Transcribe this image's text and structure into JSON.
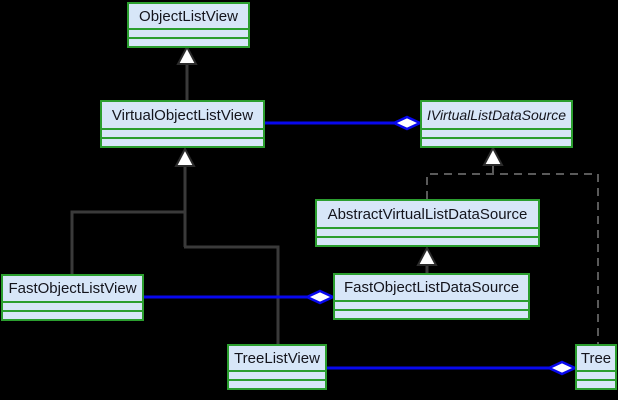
{
  "diagram": {
    "type": "uml-class-diagram",
    "colors": {
      "background": "#000000",
      "box_fill": "#d7e6f8",
      "box_border": "#2b9e2f",
      "class_name_text": "#14141c",
      "inheritance_line": "#3a3a3a",
      "realization_dashed_line": "#5a5a5a",
      "aggregation_line": "#0808ee",
      "arrowhead_fill": "#ffffff"
    },
    "classes": [
      {
        "name": "ObjectListView",
        "kind": "class"
      },
      {
        "name": "VirtualObjectListView",
        "kind": "class"
      },
      {
        "name": "IVirtualListDataSource",
        "kind": "interface"
      },
      {
        "name": "AbstractVirtualListDataSource",
        "kind": "class"
      },
      {
        "name": "FastObjectListView",
        "kind": "class"
      },
      {
        "name": "FastObjectListDataSource",
        "kind": "class"
      },
      {
        "name": "TreeListView",
        "kind": "class"
      },
      {
        "name": "Tree",
        "kind": "class"
      }
    ],
    "relationships": [
      {
        "from": "VirtualObjectListView",
        "to": "ObjectListView",
        "type": "inheritance"
      },
      {
        "from": "FastObjectListView",
        "to": "VirtualObjectListView",
        "type": "inheritance"
      },
      {
        "from": "TreeListView",
        "to": "VirtualObjectListView",
        "type": "inheritance"
      },
      {
        "from": "FastObjectListDataSource",
        "to": "AbstractVirtualListDataSource",
        "type": "inheritance"
      },
      {
        "from": "AbstractVirtualListDataSource",
        "to": "IVirtualListDataSource",
        "type": "realization"
      },
      {
        "from": "Tree",
        "to": "IVirtualListDataSource",
        "type": "realization"
      },
      {
        "from": "VirtualObjectListView",
        "to": "IVirtualListDataSource",
        "type": "aggregation"
      },
      {
        "from": "FastObjectListView",
        "to": "FastObjectListDataSource",
        "type": "aggregation"
      },
      {
        "from": "TreeListView",
        "to": "Tree",
        "type": "aggregation"
      }
    ]
  }
}
